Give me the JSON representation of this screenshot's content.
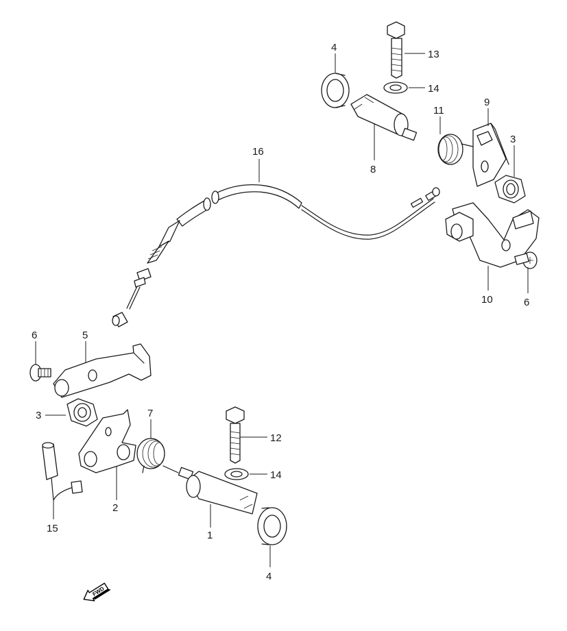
{
  "callouts": [
    {
      "id": "c1",
      "text": "1"
    },
    {
      "id": "c2",
      "text": "2"
    },
    {
      "id": "c3a",
      "text": "3"
    },
    {
      "id": "c3b",
      "text": "3"
    },
    {
      "id": "c4a",
      "text": "4"
    },
    {
      "id": "c4b",
      "text": "4"
    },
    {
      "id": "c5",
      "text": "5"
    },
    {
      "id": "c6a",
      "text": "6"
    },
    {
      "id": "c6b",
      "text": "6"
    },
    {
      "id": "c7",
      "text": "7"
    },
    {
      "id": "c8",
      "text": "8"
    },
    {
      "id": "c9",
      "text": "9"
    },
    {
      "id": "c10",
      "text": "10"
    },
    {
      "id": "c11",
      "text": "11"
    },
    {
      "id": "c12",
      "text": "12"
    },
    {
      "id": "c13",
      "text": "13"
    },
    {
      "id": "c14a",
      "text": "14"
    },
    {
      "id": "c14b",
      "text": "14"
    },
    {
      "id": "c15",
      "text": "15"
    },
    {
      "id": "c16",
      "text": "16"
    }
  ],
  "fwd_arrow": {
    "text": "FWD"
  }
}
